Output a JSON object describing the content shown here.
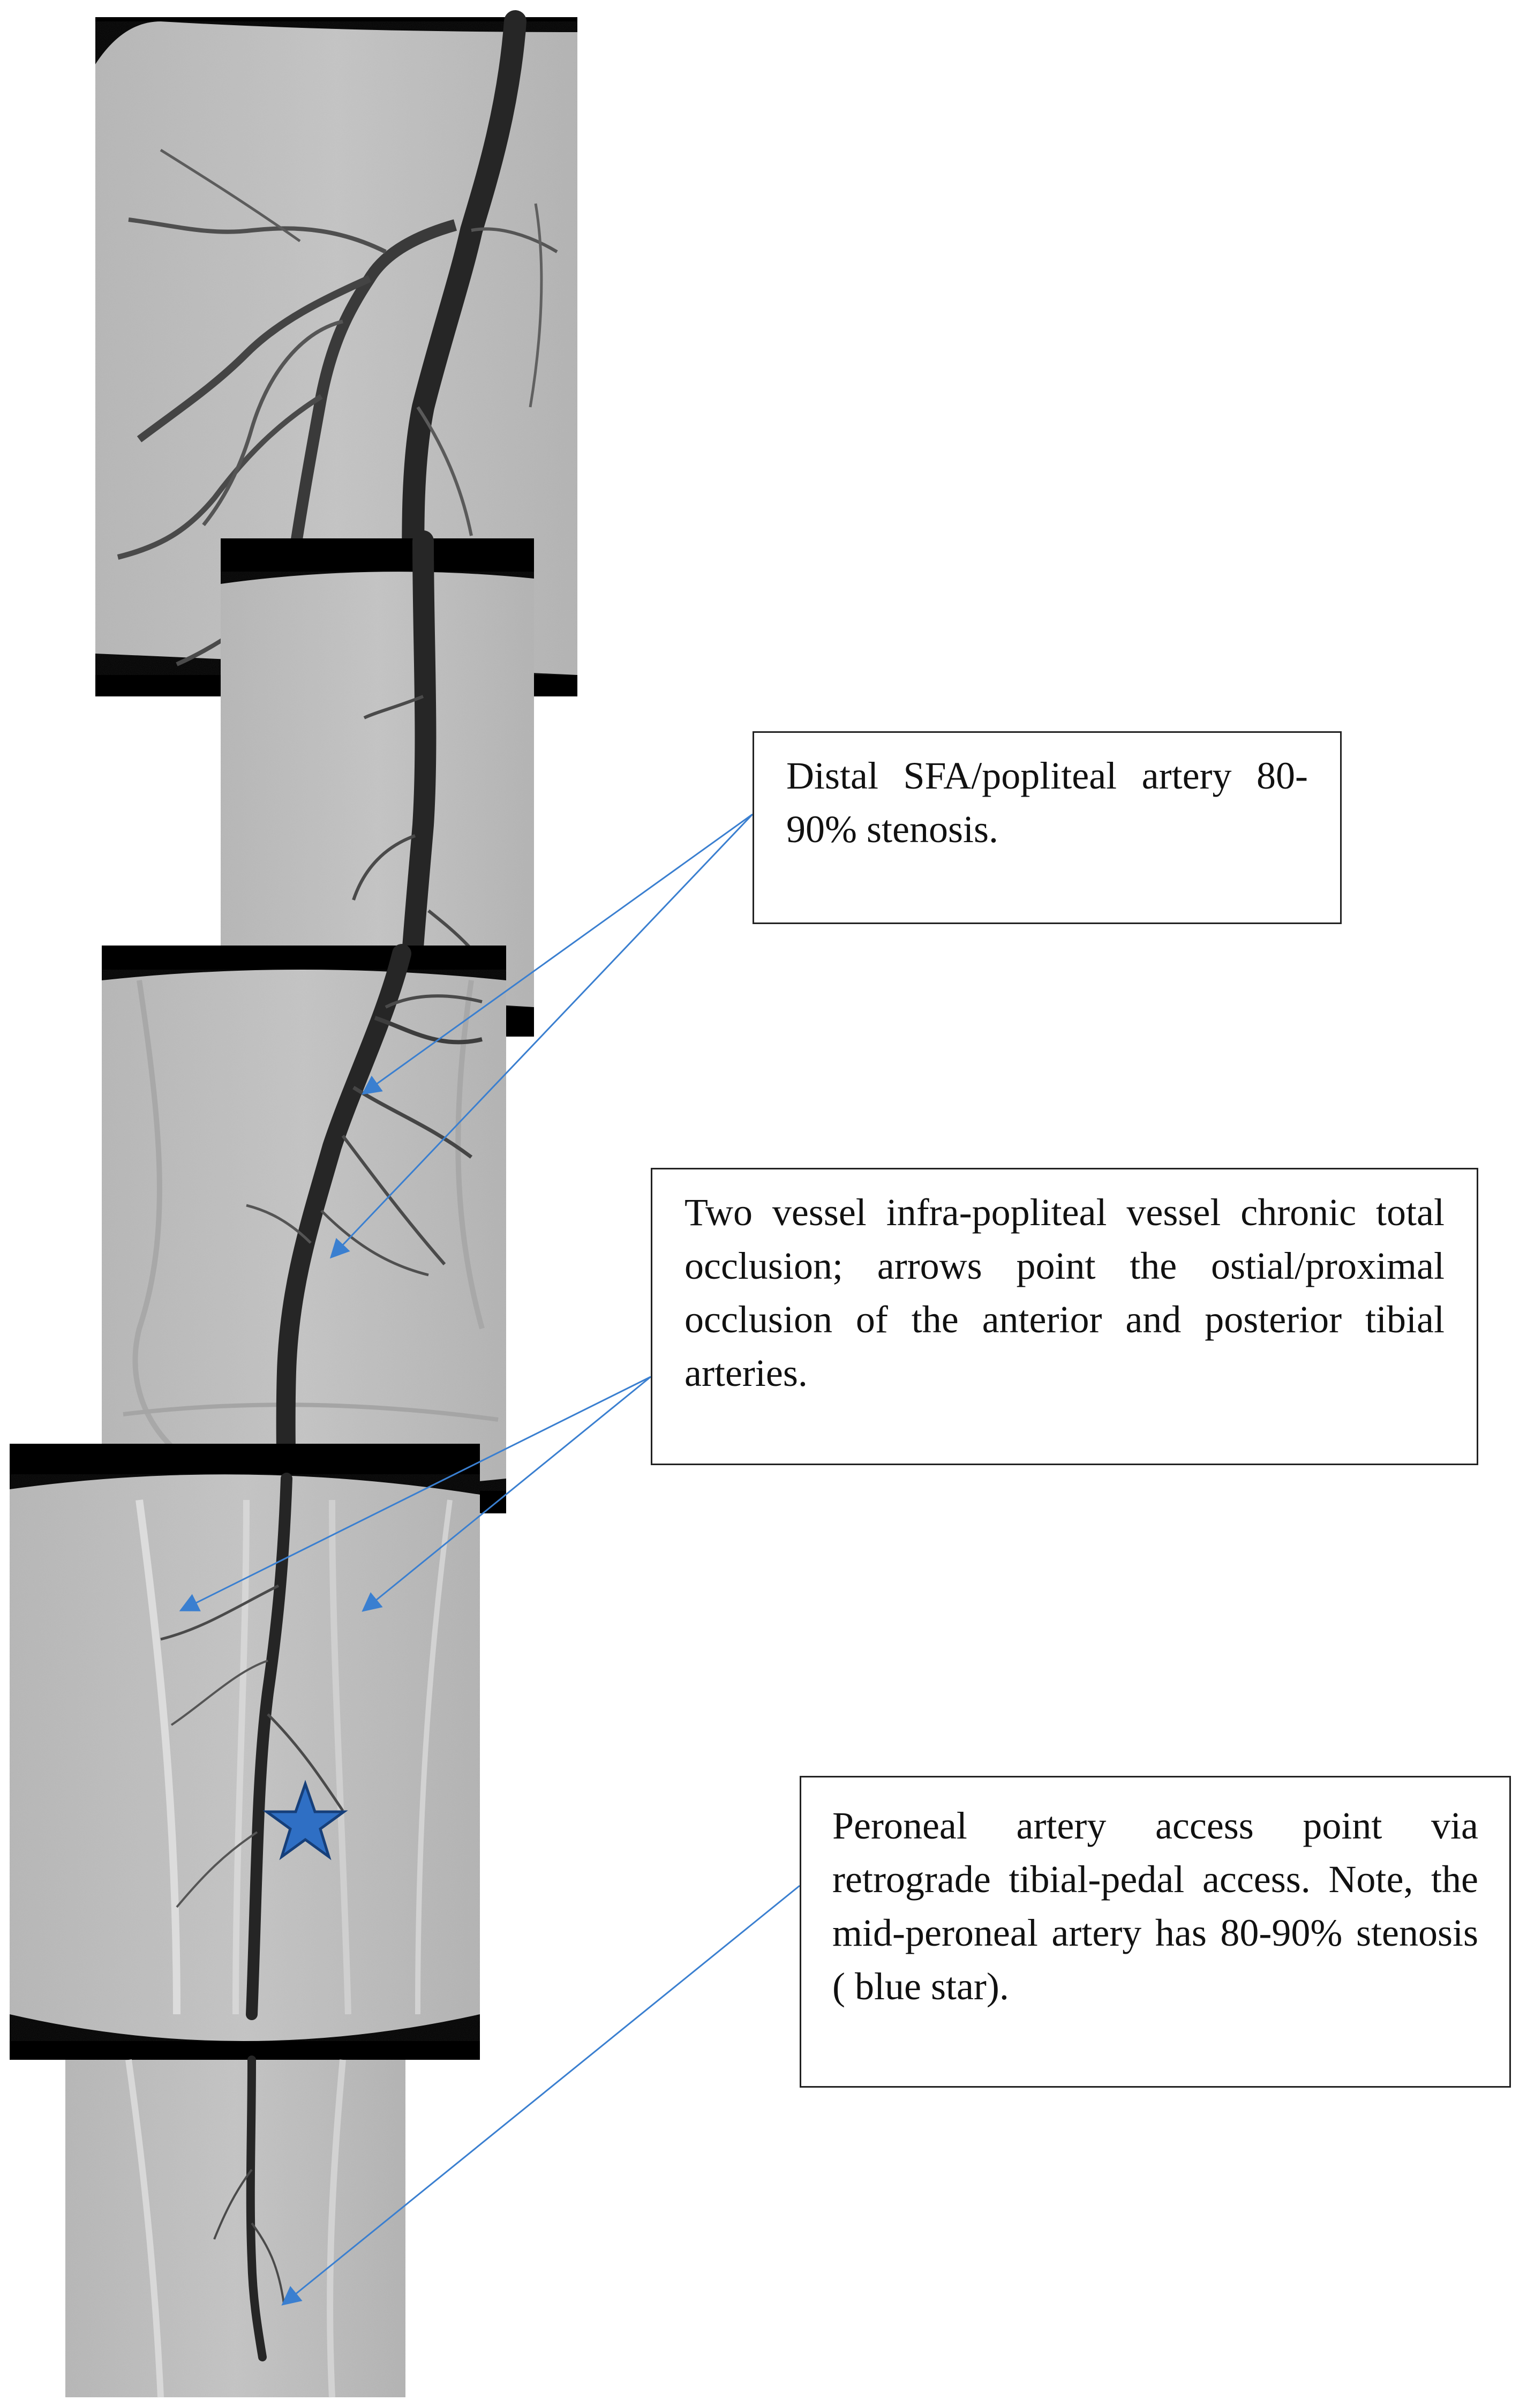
{
  "figure": {
    "description_labels": {
      "callout_sfa": "Distal SFA/popliteal artery 80-90% stenosis.",
      "callout_occlusion": "Two vessel infra-popliteal vessel chronic total occlusion; arrows point the ostial/proximal occlusion of the anterior and posterior tibial arteries.",
      "callout_peroneal": "Peroneal artery access point via retrograde tibial-pedal access. Note, the mid-peroneal artery has 80-90% stenosis ( blue star)."
    },
    "colors": {
      "arrow": "#3a7fd0",
      "star_fill": "#2f6fc4",
      "star_stroke": "#163f7a",
      "mask": "#000000",
      "image_bg": "#bdbdbd",
      "vessel": "#2b2b2b"
    }
  }
}
